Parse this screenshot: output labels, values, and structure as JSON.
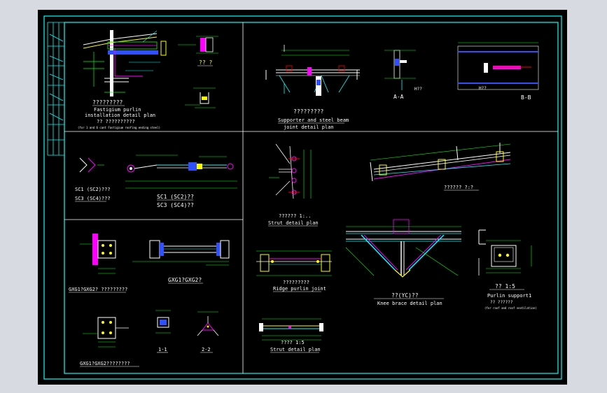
{
  "colors": {
    "frame": "#00ffff",
    "line": "#ffffff",
    "dim": "#00ff00",
    "accent_magenta": "#ff00ff",
    "accent_yellow": "#ffff00",
    "accent_red": "#ff0000",
    "accent_blue": "#2030ff",
    "background": "#000000"
  },
  "panels": {
    "purlin_install": {
      "title_cn": "?????????",
      "title_en_1": "Fastigium purlin",
      "title_en_2": "installation detail plan",
      "title_cn_2": "?? ??????????",
      "note": "(for 1 and 6 cant Fastigium roofing ending steel)",
      "section_label": "?? ?"
    },
    "supporter_beam": {
      "title_cn": "?????????",
      "title_en_1": "Supporter and steel beam",
      "title_en_2": "joint detail plan",
      "section_aa": "A-A",
      "section_bb": "B-B",
      "label_h": "H??"
    },
    "sc": {
      "label_1": "SC1 (SC2)???",
      "label_2": "SC3 (SC4)???",
      "label_3": "SC1 (SC2)??",
      "label_4": "SC3 (SC4)??"
    },
    "strut_tri": {
      "title_cn": "?????? 1:..",
      "title_en": "Strut detail plan"
    },
    "slope": {
      "label": "?????? ?:?"
    },
    "gxg": {
      "label_1": "GXG1?GXG2? ?????????",
      "label_2": "GXG1?GXG2?",
      "label_3": "GXG1?GXG2????????",
      "section_11": "1-1",
      "section_22": "2-2"
    },
    "ridge": {
      "title_cn": "?????????",
      "title_en": "Ridge purlin joint"
    },
    "knee": {
      "title_cn": "??(YC)??",
      "title_en": "Knee brace detail plan"
    },
    "purlin_support": {
      "title_cn": "?? 1:5",
      "title_en": "Purlin support1",
      "title_cn_2": "?? ??????",
      "note": "(for roof and roof ventilation)"
    },
    "strut_bottom": {
      "title_cn": "???? 1:5",
      "title_en": "Strut detail plan"
    }
  }
}
